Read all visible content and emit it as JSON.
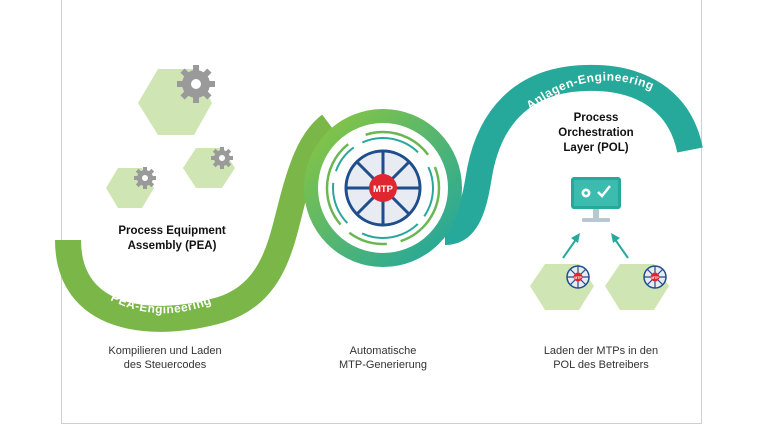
{
  "labels": {
    "pea_title_line1": "Process Equipment",
    "pea_title_line2": "Assembly (PEA)",
    "pol_title_line1": "Process",
    "pol_title_line2": "Orchestration",
    "pol_title_line3": "Layer (POL)",
    "pea_engineering": "PEA-Engineering",
    "anlagen_engineering": "Anlagen-Engineering",
    "mtp_badge": "MTP",
    "mtp_badge_small": "MTP"
  },
  "captions": {
    "left_line1": "Kompilieren und Laden",
    "left_line2": "des Steuercodes",
    "center_line1": "Automatische",
    "center_line2": "MTP-Generierung",
    "right_line1": "Laden der MTPs in den",
    "right_line2": "POL des Betreibers"
  },
  "icons": {
    "gear": "gear-icon",
    "monitor": "monitor-icon",
    "checkmark": "checkmark-icon",
    "arrow": "arrow-up-icon",
    "mtp_wheel": "mtp-wheel-icon"
  },
  "colors": {
    "green": "#7ab648",
    "light_green": "#cfe6b4",
    "teal": "#26a99a",
    "navy": "#1f4e8c",
    "red": "#e02631",
    "gray_gear": "#9a9a9a"
  }
}
